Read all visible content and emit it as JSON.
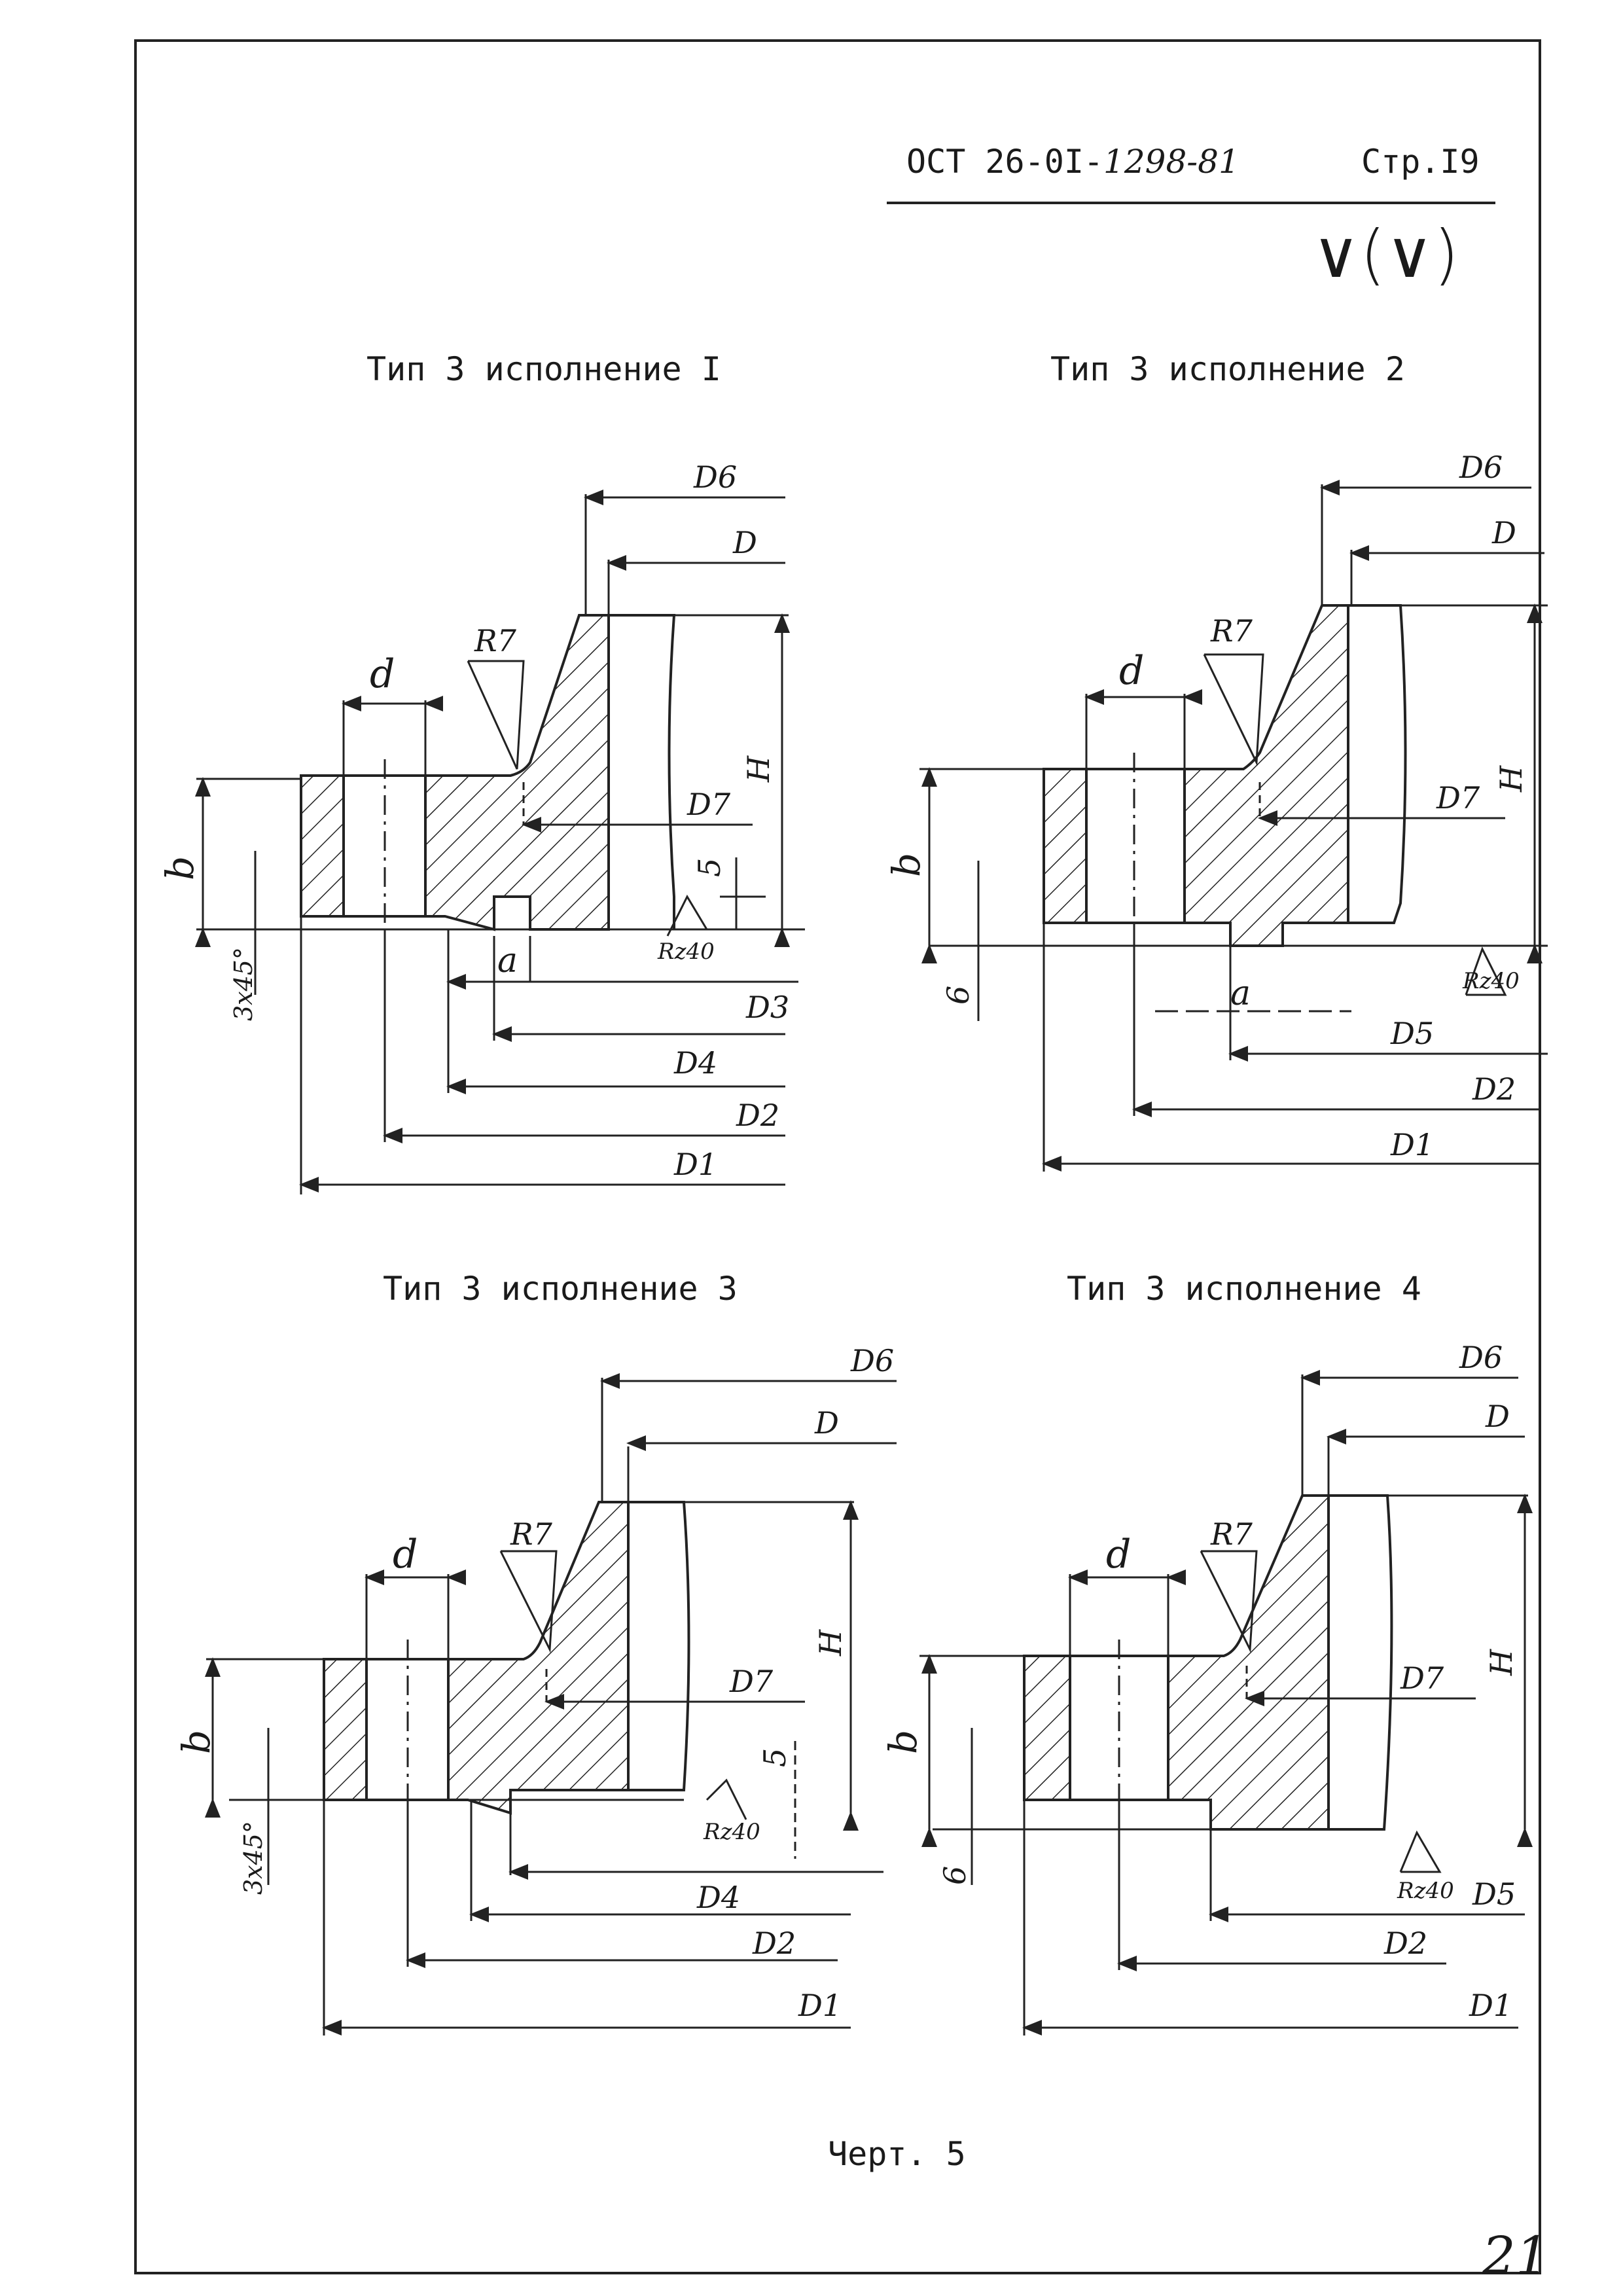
{
  "header": {
    "standard_prefix": "ОСТ 26-0I-",
    "standard_handwritten": "1298-81",
    "page_label": "Стр.I9",
    "roughness_mark": "∨(∨)"
  },
  "views": [
    {
      "title": "Тип 3  исполнение I",
      "labels": {
        "D6": "D6",
        "D": "D",
        "R": "R7",
        "d": "d",
        "H": "H",
        "b": "b",
        "D7": "D7",
        "s": "5",
        "ra": "Rz40",
        "chamfer": "3x45°",
        "a": "a",
        "D3": "D3",
        "D4": "D4",
        "D2": "D2",
        "D1": "D1"
      }
    },
    {
      "title": "Тип 3  исполнение 2",
      "labels": {
        "D6": "D6",
        "D": "D",
        "R": "R7",
        "d": "d",
        "H": "H",
        "b": "b",
        "D7": "D7",
        "ra": "Rz40",
        "six": "6",
        "a": "a",
        "D5": "D5",
        "D2": "D2",
        "D1": "D1"
      }
    },
    {
      "title": "Тип 3  исполнение 3",
      "labels": {
        "D6": "D6",
        "D": "D",
        "R": "R7",
        "d": "d",
        "H": "H",
        "b": "b",
        "D7": "D7",
        "s": "5",
        "ra": "Rz40",
        "chamfer": "3x45°",
        "D4": "D4",
        "D2": "D2",
        "D1": "D1"
      }
    },
    {
      "title": "Тип 3  исполнение 4",
      "labels": {
        "D6": "D6",
        "D": "D",
        "R": "R7",
        "d": "d",
        "H": "H",
        "b": "b",
        "D7": "D7",
        "ra": "Rz40",
        "six": "6",
        "D5": "D5",
        "D2": "D2",
        "D1": "D1"
      }
    }
  ],
  "caption": "Черт. 5",
  "page_number": "21"
}
